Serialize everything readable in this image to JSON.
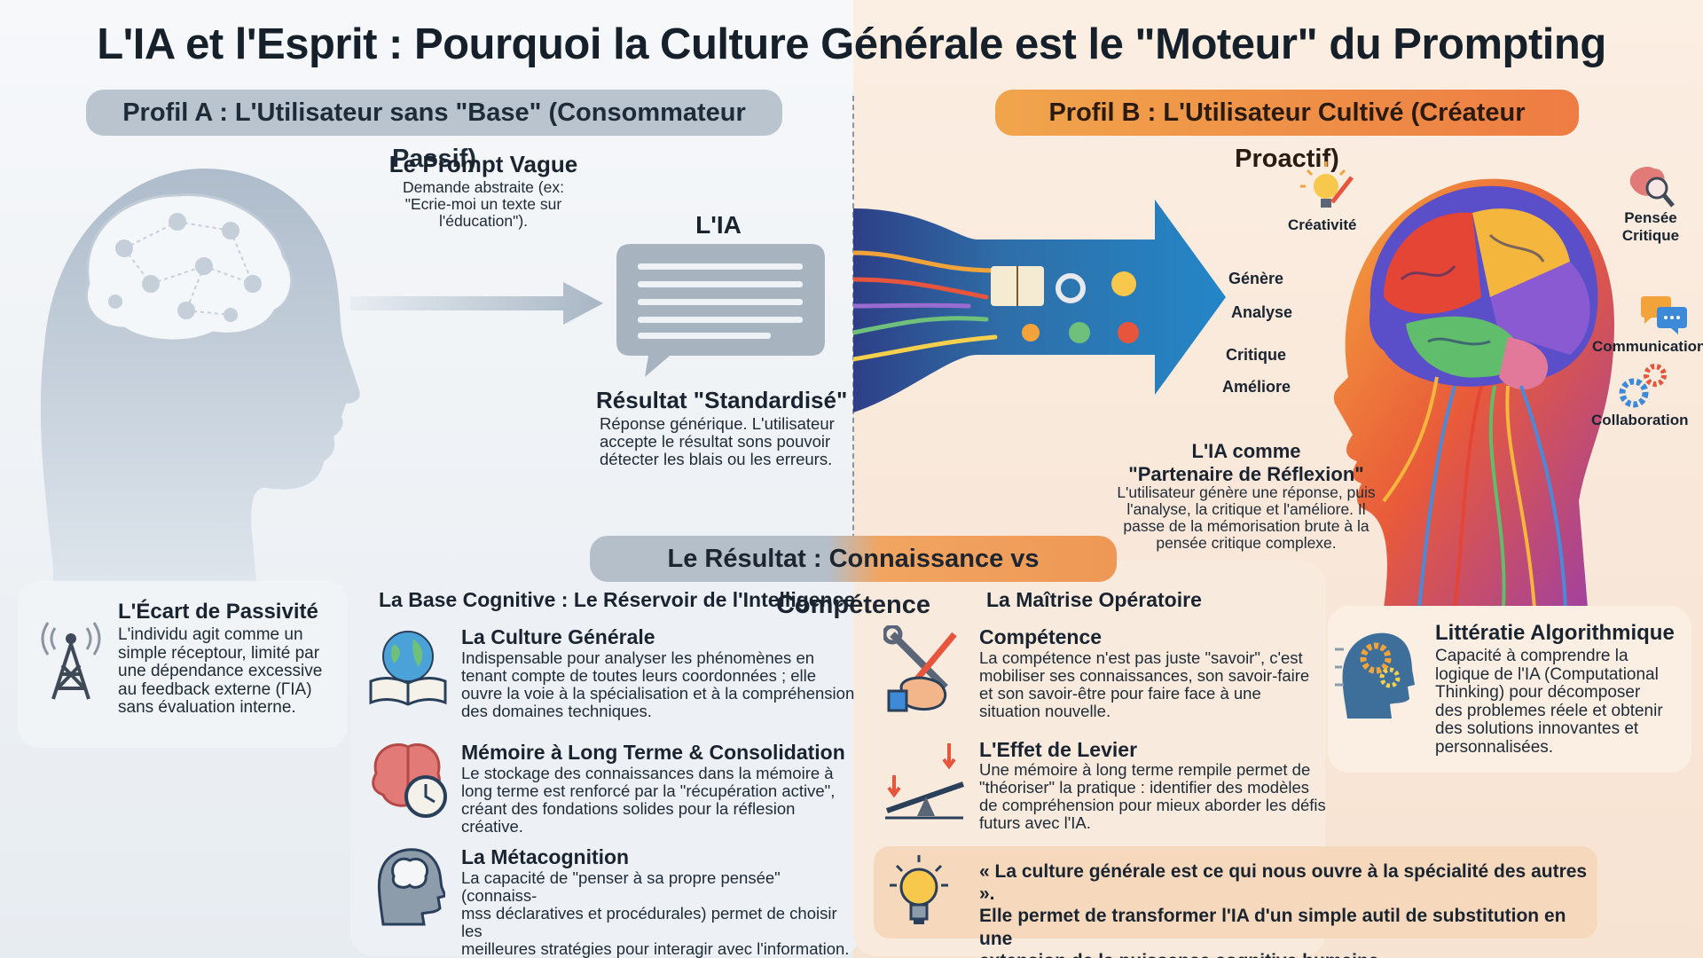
{
  "title": "L'IA et l'Esprit : Pourquoi la Culture Générale est le \"Moteur\" du Prompting",
  "profile_a": {
    "label": "Profil A : L'Utilisateur sans \"Base\" (Consommateur Passif)",
    "prompt_heading": "Le Prompt Vague",
    "prompt_text": [
      "Demande abstraite (ex:",
      "\"Ecrie-moi un texte sur",
      "l'éducation\")."
    ],
    "ai_label": "L'IA",
    "result_heading": "Résultat \"Standardisé\"",
    "result_text": [
      "Réponse générique. L'utilisateur",
      "accepte le résultat sons pouvoir",
      "détecter les blais ou les erreurs."
    ],
    "gap_heading": "L'Écart de Passivité",
    "gap_text": [
      "L'individu agit comme un",
      "simple réceptour, limité par",
      "une dépendance excessive",
      "au feedback externe (ΓIA)",
      "sans évaluation interne."
    ]
  },
  "profile_b": {
    "label": "Profil B : L'Utilisateur Cultivé (Créateur Proactif)",
    "actions": [
      "Génère",
      "Analyse",
      "Critique",
      "Améliore"
    ],
    "brain_labels": {
      "creativity": "Créativité",
      "critical_1": "Pensée",
      "critical_2": "Critique",
      "communication": "Communication",
      "collaboration": "Collaboration"
    },
    "partner_heading_1": "L'IA comme",
    "partner_heading_2": "\"Partenaire de Réflexion\"",
    "partner_text": [
      "L'utilisateur génère une réponse, puis",
      "l'analyse, la critique et l'améliore. Il",
      "passe de la mémorisation brute à la",
      "pensée critique complexe."
    ]
  },
  "result": {
    "label": "Le Résultat : Connaissance vs Compétence",
    "left_title": "La Base Cognitive : Le Réservoir de l'Intelligence",
    "right_title": "La Maîtrise Opératoire",
    "left_items": [
      {
        "heading": "La Culture Générale",
        "lines": [
          "Indispensable pour analyser les phénomènes en",
          "tenant compte de toutes leurs coordonnées ; elle",
          "ouvre la voie à la spécialisation et à la compréhension",
          "des domaines techniques."
        ]
      },
      {
        "heading": "Mémoire à Long Terme & Consolidation",
        "lines": [
          "Le stockage des connaissances dans la mémoire à",
          "long terme est renforcé par la \"récupération active\",",
          "créant des fondations solides pour la réflesion créative."
        ]
      },
      {
        "heading": "La Métacognition",
        "lines": [
          "La capacité de \"penser à sa propre pensée\" (connaiss-",
          "mss déclaratives et procédurales) permet de choisir les",
          "meilleures stratégies pour interagir avec l'information."
        ]
      }
    ],
    "right_items": [
      {
        "heading": "Compétence",
        "lines": [
          "La compétence n'est pas juste \"savoir\", c'est",
          "mobiliser ses connaissances, son savoir-faire",
          "et son savoir-être pour faire face à une",
          "situation nouvelle."
        ]
      },
      {
        "heading": "L'Effet de Levier",
        "lines": [
          "Une mémoire à long terme rempile permet de",
          "\"théoriser\" la pratique : identifier des modèles",
          "de compréhension pour mieux aborder les défis",
          "futurs avec l'IA."
        ]
      }
    ],
    "literacy_heading": "Littératie Algorithmique",
    "literacy_text": [
      "Capacité à comprendre la",
      "logique de l'IA (Computational",
      "Thinking) pour décomposer",
      "des problemes réele et obtenir",
      "des solutions innovantes et",
      "personnalisées."
    ],
    "quote": [
      "« La culture générale est ce qui nous ouvre à la spécialité des autres ».",
      "Elle permet de transformer l'IA d'un simple autil de substitution en une",
      "extension de la puissance cognitive humaine."
    ]
  }
}
